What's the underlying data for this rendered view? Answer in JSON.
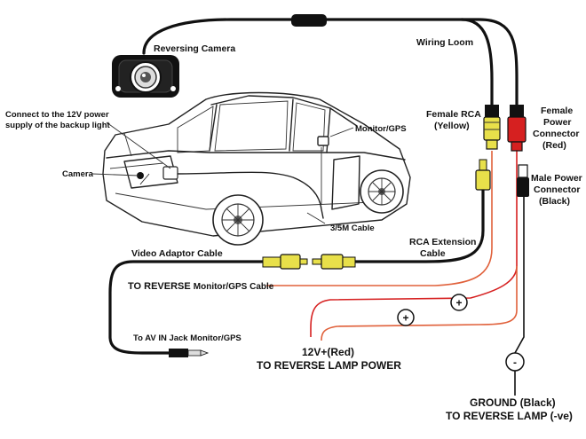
{
  "colors": {
    "rca_yellow": "#e8e04a",
    "power_red": "#d62020",
    "wire_red": "#e0603a",
    "cable_black": "#111111"
  },
  "labels": {
    "reversing_camera": "Reversing Camera",
    "wiring_loom": "Wiring Loom",
    "connect_12v_line1": "Connect to the 12V power",
    "connect_12v_line2": "supply of the backup light",
    "camera": "Camera",
    "monitor_gps": "Monitor/GPS",
    "female_rca_line1": "Female RCA",
    "female_rca_line2": "(Yellow)",
    "female_power_line1": "Female",
    "female_power_line2": "Power",
    "female_power_line3": "Connector",
    "female_power_line4": "(Red)",
    "male_power_line1": "Male Power",
    "male_power_line2": "Connector",
    "male_power_line3": "(Black)",
    "cable_3_5m": "3/5M  Cable",
    "rca_ext_line1": "RCA Extension",
    "rca_ext_line2": "Cable",
    "video_adaptor": "Video Adaptor Cable",
    "to_reverse_prefix": "TO REVERSE ",
    "to_reverse_suffix": "Monitor/GPS Cable",
    "to_av_in": "To AV IN Jack Monitor/GPS",
    "v12_red": "12V+(Red)",
    "to_reverse_lamp_power": "TO REVERSE LAMP POWER",
    "ground_black": "GROUND (Black)",
    "to_reverse_lamp_neg": "TO REVERSE LAMP (-ve)"
  },
  "symbols": {
    "plus_1": "+",
    "plus_2": "+",
    "minus": "-"
  }
}
